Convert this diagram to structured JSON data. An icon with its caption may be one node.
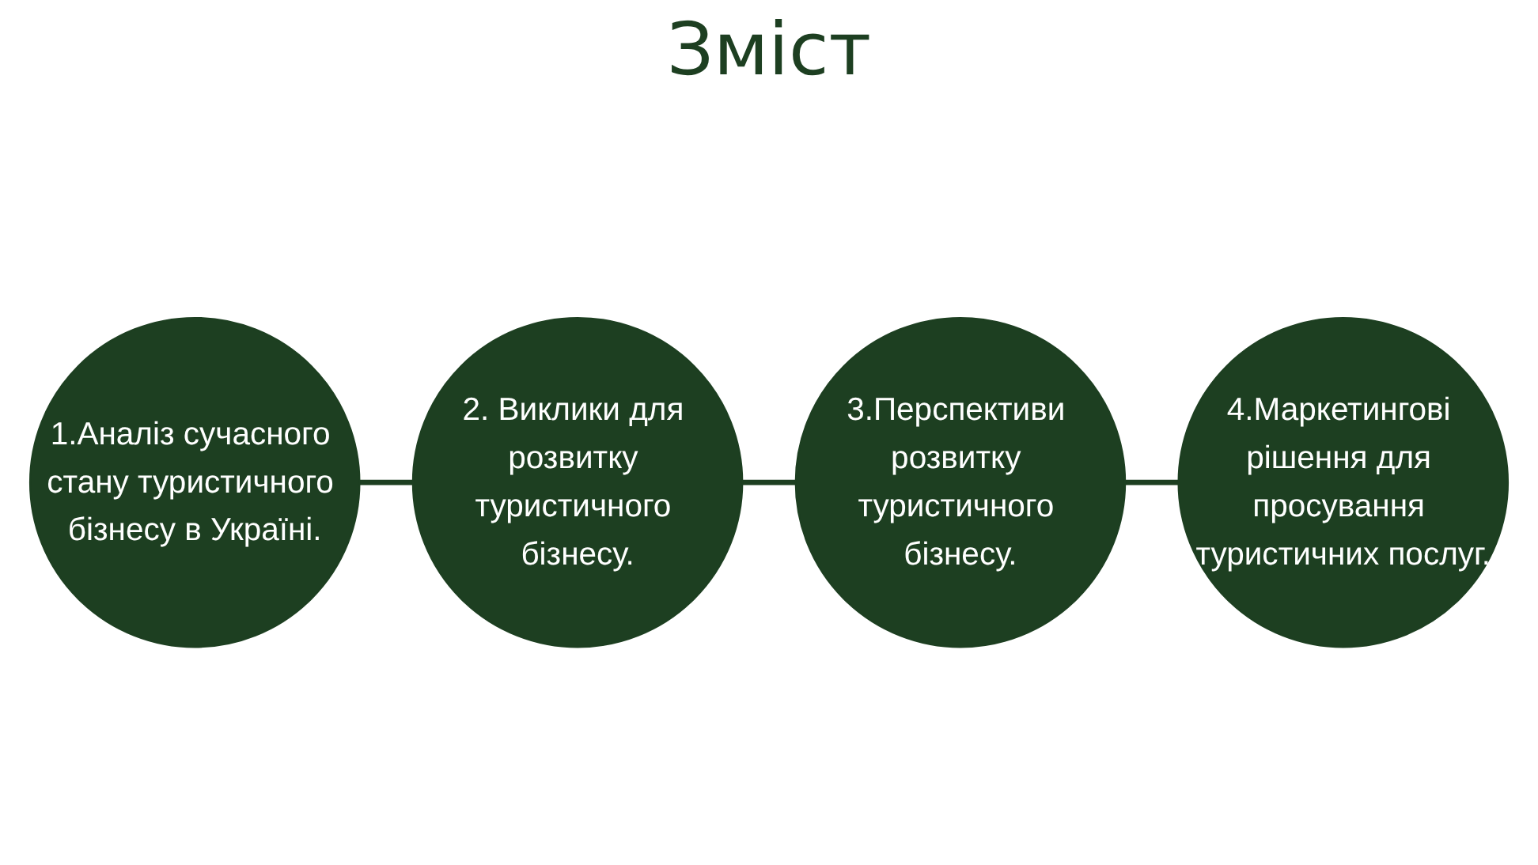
{
  "diagram": {
    "title": "Зміст",
    "nodes": [
      {
        "text": [
          "1.Аналіз сучасного стану туристичного бізнесу в Україні."
        ]
      },
      {
        "text": [
          "2. Виклики для розвитку туристичного бізнесу."
        ]
      },
      {
        "text": [
          "3.Перспективи розвитку туристичного бізнесу."
        ]
      },
      {
        "text": [
          "4.Маркетингові рішення для просування туристичних послуг."
        ]
      }
    ],
    "edges": [
      {
        "from": 0,
        "to": 1,
        "arrow": "none"
      },
      {
        "from": 1,
        "to": 2,
        "arrow": "none"
      },
      {
        "from": 2,
        "to": 3,
        "arrow": "none"
      }
    ]
  }
}
